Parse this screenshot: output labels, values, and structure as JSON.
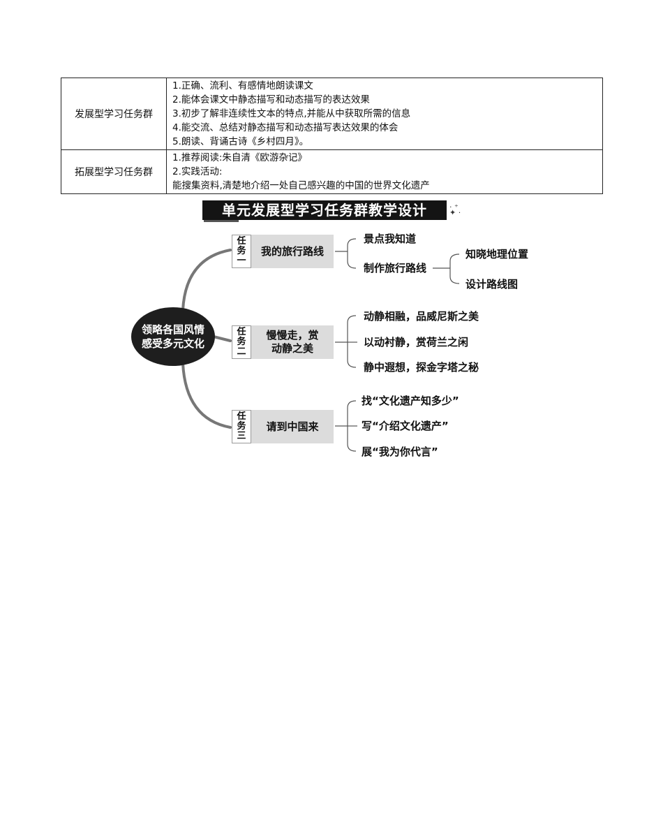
{
  "table": {
    "rows": [
      {
        "group": "发展型学习任务群",
        "items": [
          "1.正确、流利、有感情地朗读课文",
          "2.能体会课文中静态描写和动态描写的表达效果",
          "3.初步了解非连续性文本的特点,并能从中获取所需的信息",
          "4.能交流、总结对静态描写和动态描写表达效果的体会",
          "5.朗读、背诵古诗《乡村四月》。"
        ]
      },
      {
        "group": "拓展型学习任务群",
        "items": [
          "1.推荐阅读:朱自清《欧游杂记》",
          "2.实践活动:",
          "能搜集资料,清楚地介绍一处自己感兴趣的中国的世界文化遗产"
        ]
      }
    ]
  },
  "banner": {
    "title": "单元发展型学习任务群教学设计"
  },
  "mindmap": {
    "center": {
      "line1": "领略各国风情",
      "line2": "感受多元文化"
    },
    "tasks": [
      {
        "tag": [
          "任",
          "务",
          "一"
        ],
        "name_lines": [
          "我的旅行路线"
        ],
        "children": [
          "景点我知道",
          "制作旅行路线"
        ],
        "sub_children": [
          "知晓地理位置",
          "设计路线图"
        ]
      },
      {
        "tag": [
          "任",
          "务",
          "二"
        ],
        "name_lines": [
          "慢慢走，赏",
          "动静之美"
        ],
        "children": [
          "动静相融，品威尼斯之美",
          "以动衬静，赏荷兰之闲",
          "静中遐想，探金字塔之秘"
        ]
      },
      {
        "tag": [
          "任",
          "务",
          "三"
        ],
        "name_lines": [
          "请到中国来"
        ],
        "children": [
          "找“文化遗产知多少”",
          "写“介绍文化遗产”",
          "展“我为你代言”"
        ]
      }
    ]
  }
}
